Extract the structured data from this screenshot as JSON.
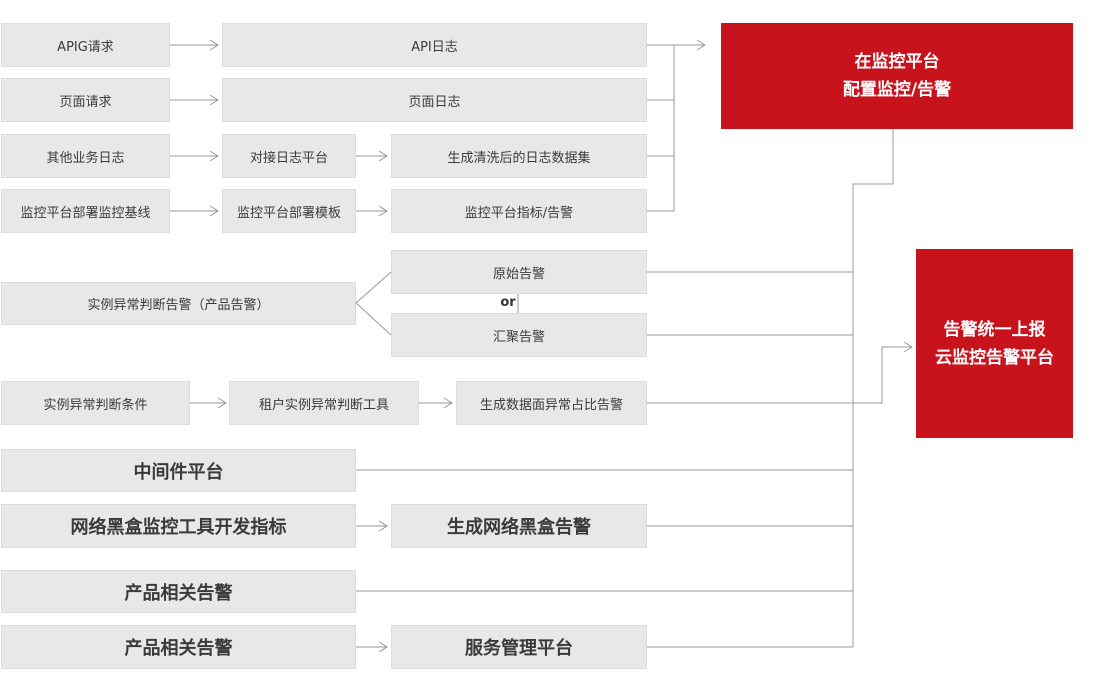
{
  "rows": {
    "apig_request": "APIG请求",
    "api_log": "API日志",
    "page_request": "页面请求",
    "page_log": "页面日志",
    "other_business_log": "其他业务日志",
    "log_platform_connect": "对接日志平台",
    "cleaned_log_dataset": "生成清洗后的日志数据集",
    "monitor_baseline": "监控平台部署监控基线",
    "monitor_template": "监控平台部署模板",
    "monitor_metrics_alarm": "监控平台指标/告警",
    "instance_anomaly_alarm": "实例异常判断告警（产品告警）",
    "raw_alarm": "原始告警",
    "or_label": "or",
    "aggregated_alarm": "汇聚告警",
    "instance_anomaly_condition": "实例异常判断条件",
    "tenant_anomaly_tool": "租户实例异常判断工具",
    "data_plane_anomaly_alarm": "生成数据面异常占比告警",
    "middleware_platform": "中间件平台",
    "network_blackbox_metrics": "网络黑盒监控工具开发指标",
    "network_blackbox_alarm": "生成网络黑盒告警",
    "product_alarm_1": "产品相关告警",
    "product_alarm_2": "产品相关告警",
    "service_mgmt_platform": "服务管理平台"
  },
  "targets": {
    "monitor_config_line1": "在监控平台",
    "monitor_config_line2": "配置监控/告警",
    "unified_report_line1": "告警统一上报",
    "unified_report_line2": "云监控告警平台"
  },
  "colors": {
    "target_red": "#c8121c",
    "box_gray": "#e8e8e8",
    "line_gray": "#9a9a9a"
  }
}
